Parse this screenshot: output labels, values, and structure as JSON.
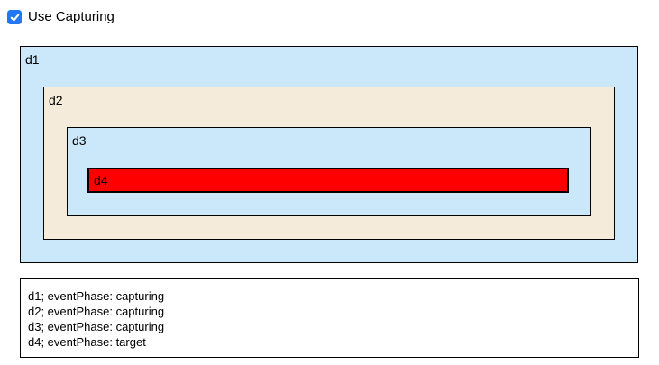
{
  "checkbox": {
    "label": "Use Capturing",
    "checked": true
  },
  "boxes": {
    "d1": {
      "label": "d1"
    },
    "d2": {
      "label": "d2"
    },
    "d3": {
      "label": "d3"
    },
    "d4": {
      "label": "d4"
    }
  },
  "log": {
    "lines": [
      "d1; eventPhase: capturing",
      "d2; eventPhase: capturing",
      "d3; eventPhase: capturing",
      "d4; eventPhase: target"
    ]
  },
  "colors": {
    "box_blue": "#CBE8FA",
    "box_cream": "#F4EBDA",
    "box_red": "#FF0000",
    "checkbox_blue": "#2277F2",
    "border": "#000000"
  }
}
